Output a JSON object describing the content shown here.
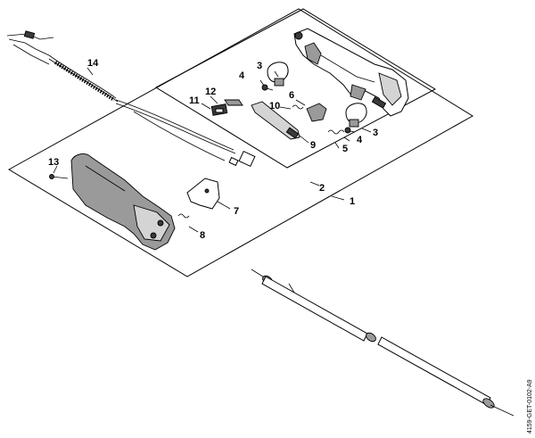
{
  "callouts": {
    "c1": "1",
    "c2": "2",
    "c3a": "3",
    "c3b": "3",
    "c4a": "4",
    "c4b": "4",
    "c5": "5",
    "c6": "6",
    "c7": "7",
    "c8": "8",
    "c9": "9",
    "c10": "10",
    "c11": "11",
    "c12": "12",
    "c13": "13",
    "c14": "14"
  },
  "drawing_code": "4159-GET-0102-A9"
}
